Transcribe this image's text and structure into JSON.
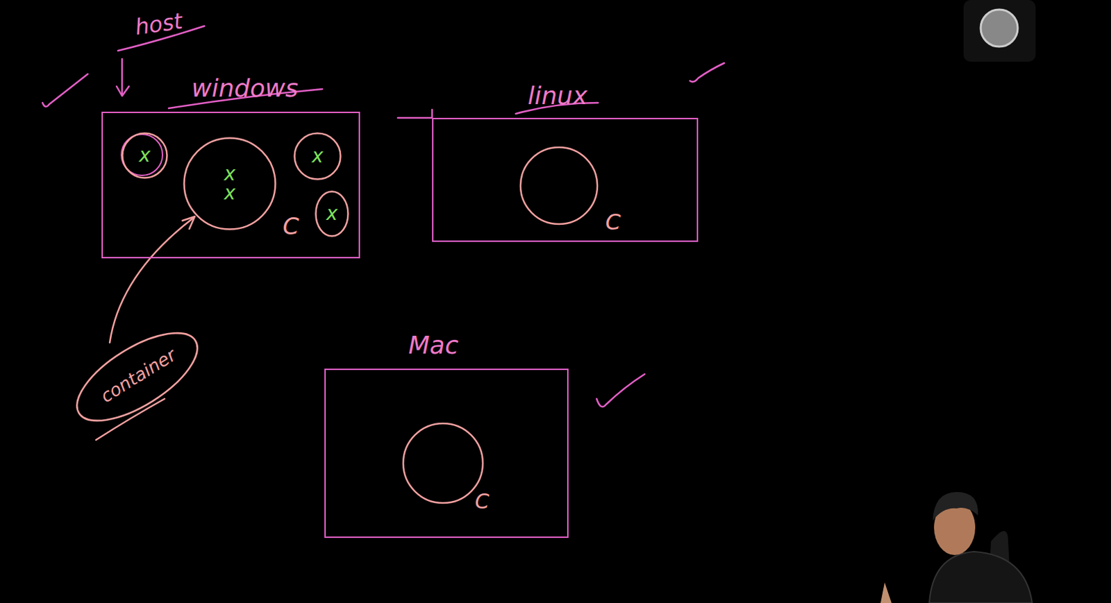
{
  "diagram": {
    "nodes": [
      {
        "text": [
          "windows"
        ]
      },
      {
        "text": [
          "x"
        ],
        "in": 0
      },
      {
        "text": [
          "x",
          "x"
        ],
        "in": 0
      },
      {
        "text": [
          "x"
        ],
        "in": 0
      },
      {
        "text": [
          "x"
        ],
        "in": 0
      },
      {
        "text": [
          "linux"
        ]
      },
      {
        "text": [
          "Mac"
        ]
      }
    ],
    "labels": [
      "host",
      "container",
      "C",
      "C",
      "C"
    ]
  }
}
